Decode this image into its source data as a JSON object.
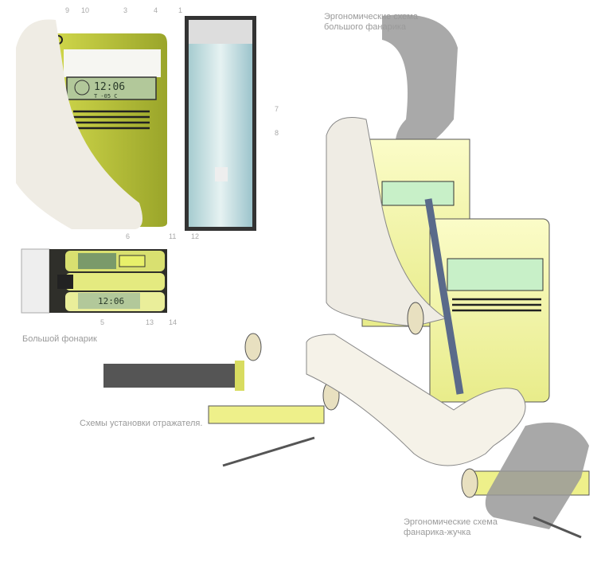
{
  "captions": {
    "ergo_big": [
      "Эргономические схема",
      "большого  фанарика"
    ],
    "big_flashlight": "Большой фонарик",
    "reflector_schemes": "Схемы установки отражателя.",
    "ergo_bug": [
      "Эргономические схема",
      "фанарика-жучка"
    ]
  },
  "callouts": [
    "9",
    "10",
    "3",
    "4",
    "1",
    "7",
    "8",
    "6",
    "11",
    "12",
    "5",
    "13",
    "14"
  ],
  "display": {
    "time": "12:06",
    "temp": "T -05 C"
  },
  "colors": {
    "body": "#b8c43a",
    "body_light": "#eef0a0",
    "shell": "#f0ede6",
    "lcd": "#a8c89a"
  }
}
